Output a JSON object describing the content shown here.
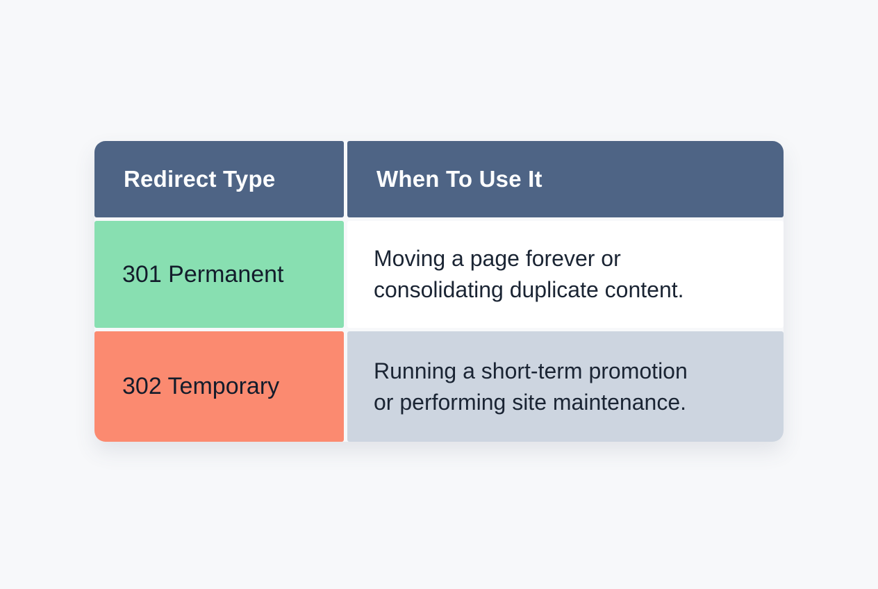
{
  "colors": {
    "page_background": "#F7F8FA",
    "header_background": "#4E6485",
    "header_text": "#FFFFFF",
    "row_301_type_background": "#88DFB1",
    "row_301_when_background": "#FFFFFF",
    "row_302_type_background": "#FB8A70",
    "row_302_when_background": "#CDD5E0",
    "body_text": "#131C2B"
  },
  "table": {
    "headers": [
      "Redirect Type",
      "When To Use It"
    ],
    "rows": [
      {
        "type": "301 Permanent",
        "when_lines": [
          "Moving a page forever or",
          "consolidating duplicate content."
        ]
      },
      {
        "type": "302 Temporary",
        "when_lines": [
          "Running a short-term promotion",
          "or performing site maintenance."
        ]
      }
    ]
  },
  "chart_data": {
    "type": "table",
    "columns": [
      "Redirect Type",
      "When To Use It"
    ],
    "rows": [
      [
        "301 Permanent",
        "Moving a page forever or consolidating duplicate content."
      ],
      [
        "302 Temporary",
        "Running a short-term promotion or performing site maintenance."
      ]
    ],
    "legend_position": "none",
    "grid": false
  }
}
